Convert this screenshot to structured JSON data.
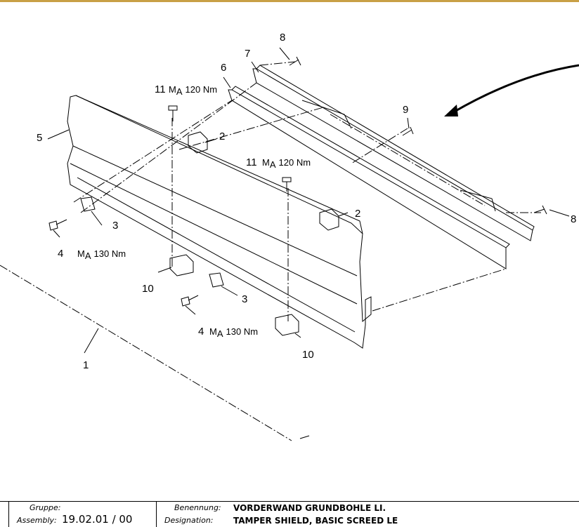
{
  "callouts": {
    "c1": "1",
    "c2a": "2",
    "c2b": "2",
    "c3a": "3",
    "c3b": "3",
    "c4a": "4",
    "c4b": "4",
    "c5": "5",
    "c6": "6",
    "c7": "7",
    "c8a": "8",
    "c8b": "8",
    "c9": "9",
    "c10a": "10",
    "c10b": "10",
    "c11a": "11",
    "c11b": "11"
  },
  "torque": {
    "symbol": "M",
    "subscript": "A",
    "t11a": "120 Nm",
    "t11b": "120 Nm",
    "t4a": "130 Nm",
    "t4b": "130 Nm"
  },
  "title_block": {
    "group_label": "Gruppe:",
    "assembly_label": "Assembly:",
    "assembly_value": "19.02.01 / 00",
    "benennung_label": "Benennung:",
    "benennung_value": "VORDERWAND GRUNDBOHLE LI.",
    "designation_label": "Designation:",
    "designation_value": "TAMPER SHIELD, BASIC SCREED LE"
  },
  "colors": {
    "header_bar": "#c8a046",
    "line": "#000000"
  }
}
